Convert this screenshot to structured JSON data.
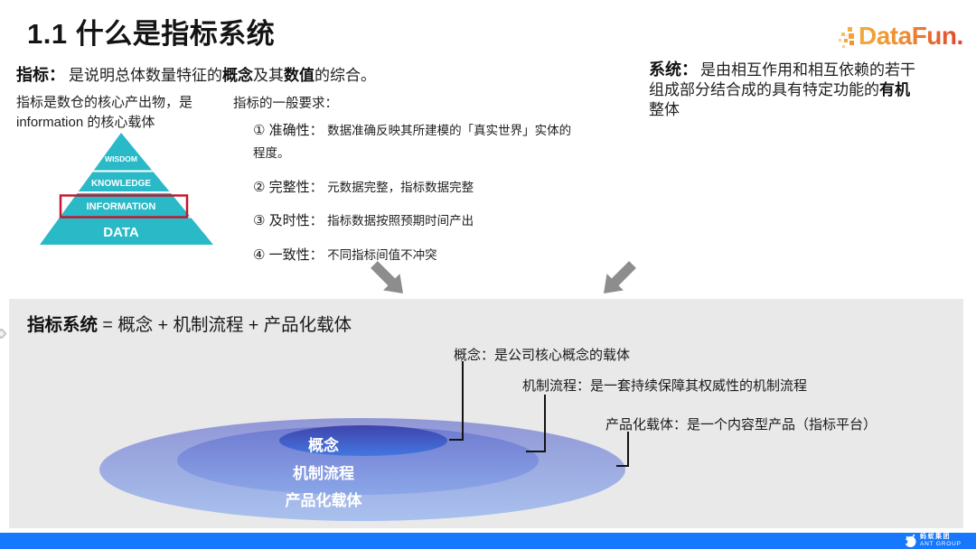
{
  "page": {
    "title": "1.1 什么是指标系统"
  },
  "logo": {
    "text": "DataFun."
  },
  "metric": {
    "term": "指标：",
    "seg_plain1": "是说明总体数量特征的",
    "seg_bold1": "概念",
    "seg_plain2": "及其",
    "seg_bold2": "数值",
    "seg_plain3": "的综合。",
    "note_line1": "指标是数仓的核心产出物，是",
    "note_line2": "information 的核心载体"
  },
  "pyramid": {
    "levels": [
      "WISDOM",
      "KNOWLEDGE",
      "INFORMATION",
      "DATA"
    ],
    "highlighted_level": "INFORMATION"
  },
  "requirements": {
    "heading": "指标的一般要求：",
    "items": [
      {
        "label": "① 准确性：",
        "desc": "数据准确反映其所建模的「真实世界」实体的程度。"
      },
      {
        "label": "② 完整性：",
        "desc": "元数据完整，指标数据完整"
      },
      {
        "label": "③ 及时性：",
        "desc": "指标数据按照预期时间产出"
      },
      {
        "label": "④ 一致性：",
        "desc": "不同指标间值不冲突"
      }
    ]
  },
  "system": {
    "term": "系统：",
    "seg_plain1": "是由相互作用和相互依赖的若干组成部分结合成的具有特定功能的",
    "seg_bold1": "有机",
    "seg_plain2": "整体"
  },
  "panel": {
    "formula_bold": "指标系统",
    "formula_rest": " = 概念 + 机制流程 + 产品化载体",
    "callouts": [
      {
        "label": "概念：是公司核心概念的载体"
      },
      {
        "label": "机制流程：是一套持续保障其权威性的机制流程"
      },
      {
        "label": "产品化载体：是一个内容型产品（指标平台）"
      }
    ],
    "ellipses": [
      {
        "label": "概念"
      },
      {
        "label": "机制流程"
      },
      {
        "label": "产品化载体"
      }
    ]
  },
  "footer": {
    "brand_cn": "蚂蚁集团",
    "brand_en": "ANT GROUP"
  },
  "colors": {
    "pyramid_teal": "#2ab9c7",
    "highlight_box_red": "#c11931",
    "panel_gray": "#e9e9e9",
    "footer_blue": "#1677ff",
    "arrow_gray": "#8d8d8d",
    "ellipse_inner": "#4044aa",
    "ellipse_middle": "#707bd0",
    "ellipse_outer": "#9197d6"
  }
}
